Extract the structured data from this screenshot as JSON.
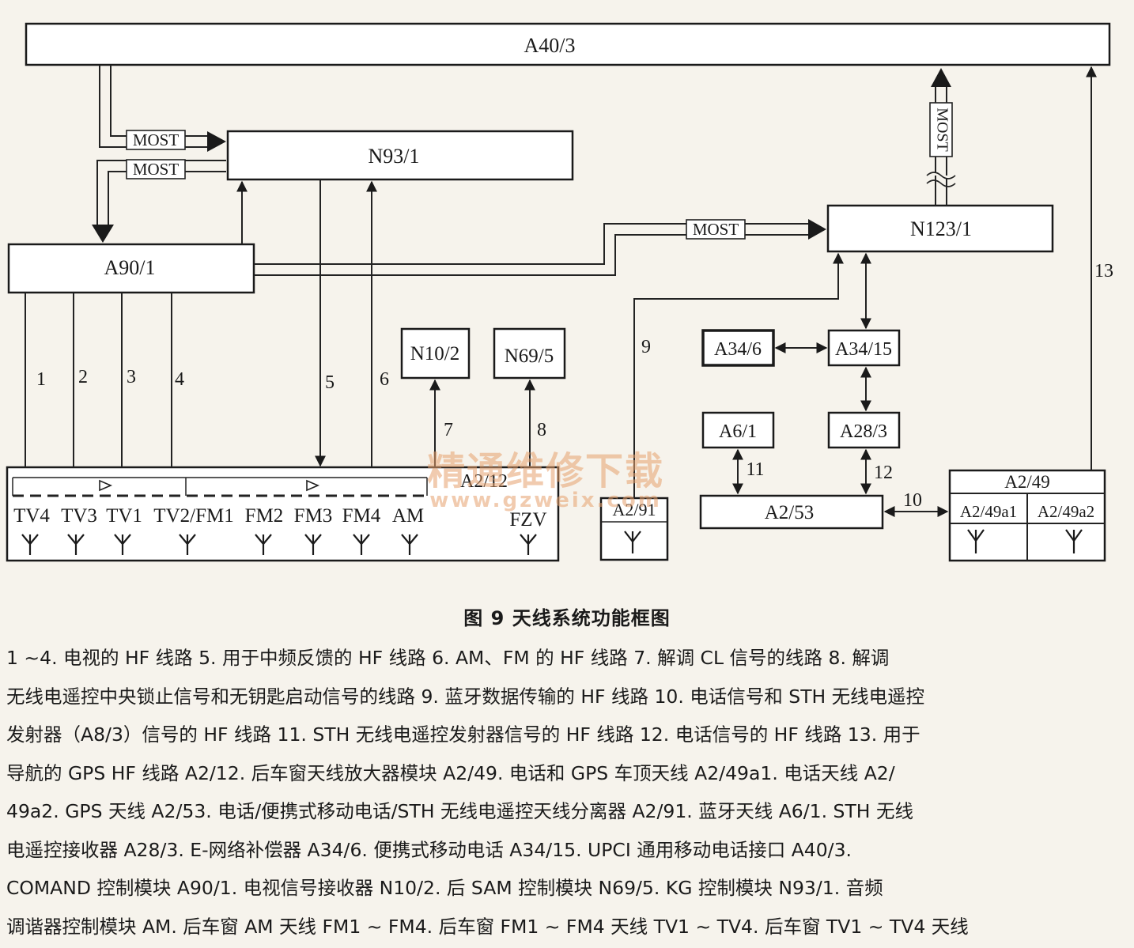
{
  "blocks": {
    "a40_3": "A40/3",
    "n93_1": "N93/1",
    "a90_1": "A90/1",
    "n123_1": "N123/1",
    "n10_2": "N10/2",
    "n69_5": "N69/5",
    "a34_6": "A34/6",
    "a34_15": "A34/15",
    "a6_1": "A6/1",
    "a28_3": "A28/3",
    "a2_53": "A2/53",
    "a2_12": "A2/12",
    "a2_91": "A2/91",
    "a2_49": "A2/49",
    "a2_49a1": "A2/49a1",
    "a2_49a2": "A2/49a2"
  },
  "bus_labels": {
    "most1": "MOST",
    "most2": "MOST",
    "most3": "MOST",
    "most4": "MOST"
  },
  "antennas": [
    "TV4",
    "TV3",
    "TV1",
    "TV2/FM1",
    "FM2",
    "FM3",
    "FM4",
    "AM",
    "FZV"
  ],
  "line_numbers": [
    "1",
    "2",
    "3",
    "4",
    "5",
    "6",
    "7",
    "8",
    "9",
    "10",
    "11",
    "12",
    "13"
  ],
  "watermark": {
    "line1": "精通维修下载",
    "line2": "www.gzweix.com"
  },
  "caption": "图 9   天线系统功能框图",
  "legend_lines": [
    "1 ~4. 电视的 HF 线路   5. 用于中频反馈的 HF 线路   6. AM、FM 的 HF 线路   7. 解调 CL 信号的线路   8. 解调",
    "无线电遥控中央锁止信号和无钥匙启动信号的线路   9. 蓝牙数据传输的 HF 线路   10. 电话信号和 STH 无线电遥控",
    "发射器（A8/3）信号的 HF 线路   11. STH 无线电遥控发射器信号的 HF 线路   12. 电话信号的 HF 线路   13. 用于",
    "导航的 GPS HF 线路   A2/12. 后车窗天线放大器模块   A2/49. 电话和 GPS 车顶天线   A2/49a1. 电话天线   A2/",
    "49a2. GPS 天线   A2/53. 电话/便携式移动电话/STH 无线电遥控天线分离器   A2/91. 蓝牙天线   A6/1. STH 无线",
    "电遥控接收器   A28/3. E-网络补偿器   A34/6. 便携式移动电话   A34/15. UPCI  通用移动电话接口   A40/3.",
    "COMAND  控制模块   A90/1. 电视信号接收器   N10/2. 后 SAM 控制模块   N69/5. KG 控制模块   N93/1. 音频",
    "调谐器控制模块   AM. 后车窗 AM 天线   FM1 ~ FM4. 后车窗 FM1 ~ FM4 天线   TV1 ~ TV4. 后车窗 TV1 ~ TV4 天线"
  ]
}
